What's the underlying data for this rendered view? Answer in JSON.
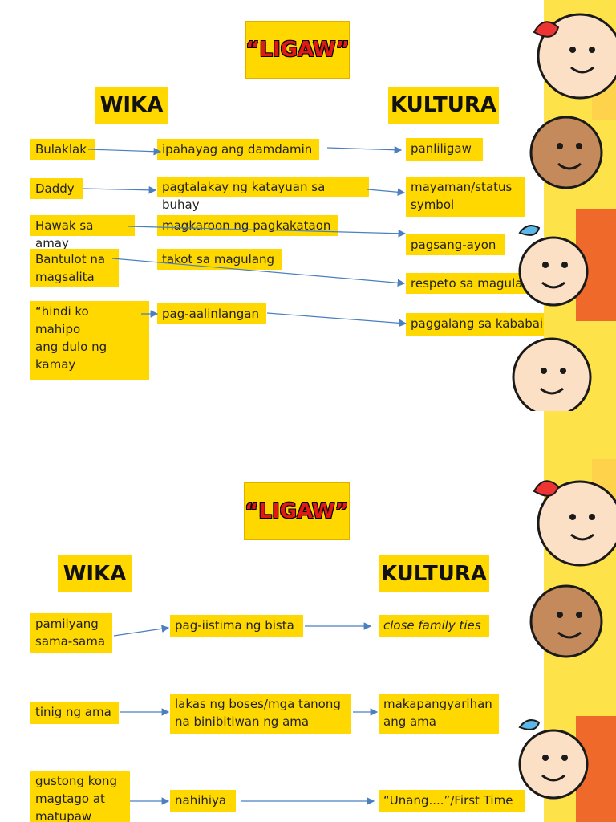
{
  "slide1": {
    "title": "“LIGAW”",
    "wika_header": "WIKA",
    "kultura_header": "KULTURA",
    "wika": [
      "Bulaklak",
      "Daddy",
      "Hawak sa amay",
      "Bantulot na\nmagsalita",
      "“hindi ko\nmahipo\nang dulo ng\nkamay"
    ],
    "meaning": [
      "ipahayag ang damdamin",
      "pagtalakay ng katayuan sa buhay",
      "magkaroon ng pagkakataon",
      "takot sa magulang",
      "pag-aalinlangan"
    ],
    "kultura": [
      "panliligaw",
      "mayaman/status\nsymbol",
      "pagsang-ayon",
      "respeto sa magulang",
      "paggalang sa kababaihan"
    ]
  },
  "slide2": {
    "title": "“LIGAW”",
    "wika_header": "WIKA",
    "kultura_header": "KULTURA",
    "wika": [
      "pamilyang\nsama-sama",
      "tinig ng ama",
      "gustong kong\nmagtago at\nmatupaw"
    ],
    "meaning": [
      "pag-iistima ng bista",
      "lakas ng boses/mga tanong\nna binibitiwan ng ama",
      "nahihiya"
    ],
    "kultura": [
      "close family ties",
      "makapangyarihan\nang ama",
      "“Unang....”/First Time"
    ]
  },
  "colors": {
    "box": "#ffd800",
    "arrow": "#4a7fc0",
    "title_text": "#e01818"
  }
}
